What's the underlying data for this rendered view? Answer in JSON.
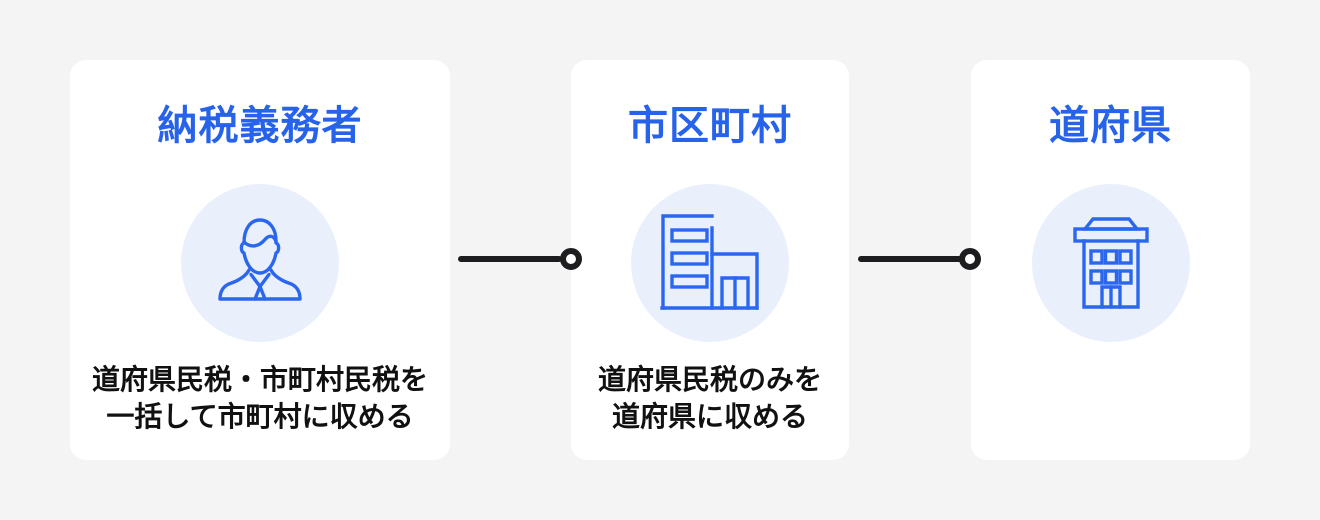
{
  "diagram": {
    "background_color": "#F5F4F5",
    "card_background_color": "#FFFFFF",
    "accent_blue": "#2763EA",
    "icon_circle_color": "#E9F0FC",
    "connector_color": "#1D1D1F",
    "body_text_color": "#111111",
    "cards": [
      {
        "title": "納税義務者",
        "icon": "taxpayer-person-icon",
        "description_lines": [
          "道府県民税・市町村民税を",
          "一括して市町村に収める"
        ]
      },
      {
        "title": "市区町村",
        "icon": "municipal-office-building-icon",
        "description_lines": [
          "道府県民税のみを",
          "道府県に収める"
        ]
      },
      {
        "title": "道府県",
        "icon": "prefecture-building-icon",
        "description_lines": []
      }
    ]
  }
}
